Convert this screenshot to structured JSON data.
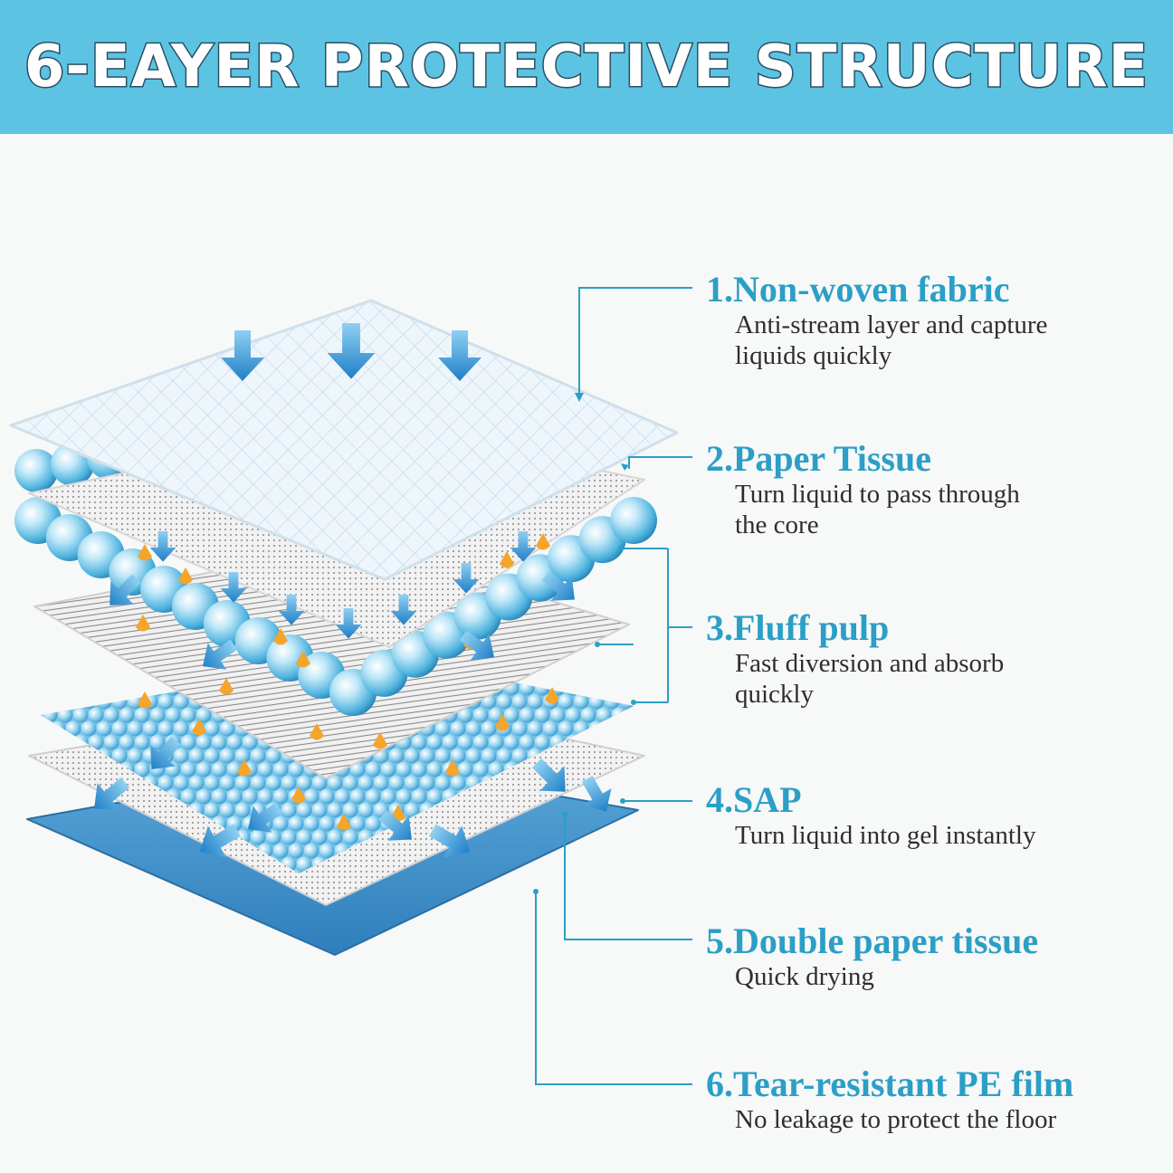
{
  "header": {
    "title": "6-EAYER PROTECTIVE STRUCTURE"
  },
  "layers": [
    {
      "name": "1.Non-woven fabric",
      "description": "Anti-stream layer and capture\nliquids quickly"
    },
    {
      "name": "2.Paper Tissue",
      "description": "Turn liquid to pass through\nthe core"
    },
    {
      "name": "3.Fluff  pulp",
      "description": "Fast diversion and absorb\nquickly"
    },
    {
      "name": "4.SAP",
      "description": "Turn liquid into gel instantly"
    },
    {
      "name": "5.Double paper tissue",
      "description": "Quick drying"
    },
    {
      "name": "6.Tear-resistant PE film",
      "description": "No leakage to protect the floor"
    }
  ],
  "colors": {
    "banner": "#5cc4e2",
    "accent": "#2b9fc6",
    "film": "#3f8fc8",
    "arrow": "#2f8fd0",
    "droplet": "#f4a52a"
  }
}
